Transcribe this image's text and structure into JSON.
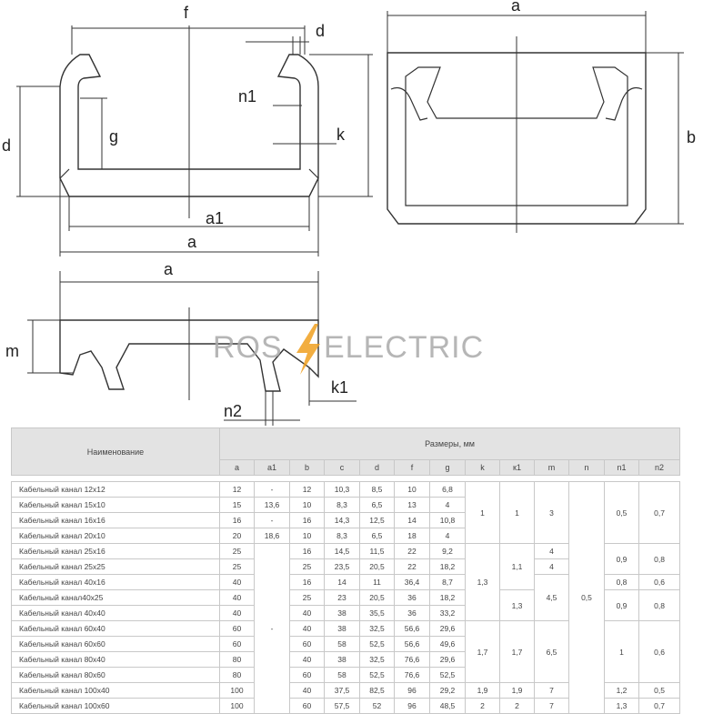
{
  "drawings": {
    "labels": {
      "f": "f",
      "d_top": "d",
      "n1": "n1",
      "g": "g",
      "k": "k",
      "d_side": "d",
      "a1": "a1",
      "a_bottom": "a",
      "a_right": "a",
      "b": "b",
      "a_cover": "a",
      "m": "m",
      "k1": "k1",
      "n2": "n2"
    },
    "watermark": {
      "left": "ROS",
      "right": "ELECTRIC",
      "bolt": "lightning-bolt"
    }
  },
  "table": {
    "name_header": "Наименование",
    "sizes_header": "Размеры, мм",
    "columns": [
      "a",
      "a1",
      "b",
      "c",
      "d",
      "f",
      "g",
      "k",
      "к1",
      "m",
      "n",
      "n1",
      "n2"
    ],
    "rows": [
      {
        "name": "Кабельный канал 12x12",
        "cells": [
          "12",
          "-",
          "12",
          "10,3",
          "8,5",
          "10",
          "6,8"
        ]
      },
      {
        "name": "Кабельный канал 15x10",
        "cells": [
          "15",
          "13,6",
          "10",
          "8,3",
          "6,5",
          "13",
          "4"
        ]
      },
      {
        "name": "Кабельный канал 16x16",
        "cells": [
          "16",
          "-",
          "16",
          "14,3",
          "12,5",
          "14",
          "10,8"
        ]
      },
      {
        "name": "Кабельный канал 20x10",
        "cells": [
          "20",
          "18,6",
          "10",
          "8,3",
          "6,5",
          "18",
          "4"
        ]
      },
      {
        "name": "Кабельный канал 25x16",
        "cells": [
          "25",
          "",
          "16",
          "14,5",
          "11,5",
          "22",
          "9,2"
        ]
      },
      {
        "name": "Кабельный канал 25x25",
        "cells": [
          "25",
          "",
          "25",
          "23,5",
          "20,5",
          "22",
          "18,2"
        ]
      },
      {
        "name": "Кабельный канал 40x16",
        "cells": [
          "40",
          "",
          "16",
          "14",
          "11",
          "36,4",
          "8,7"
        ]
      },
      {
        "name": "Кабельный канал40x25",
        "cells": [
          "40",
          "",
          "25",
          "23",
          "20,5",
          "36",
          "18,2"
        ]
      },
      {
        "name": "Кабельный канал 40x40",
        "cells": [
          "40",
          "",
          "40",
          "38",
          "35,5",
          "36",
          "33,2"
        ]
      },
      {
        "name": "Кабельный канал 60x40",
        "cells": [
          "60",
          "",
          "40",
          "38",
          "32,5",
          "56,6",
          "29,6"
        ]
      },
      {
        "name": "Кабельный канал 60x60",
        "cells": [
          "60",
          "",
          "60",
          "58",
          "52,5",
          "56,6",
          "49,6"
        ]
      },
      {
        "name": "Кабельный канал 80x40",
        "cells": [
          "80",
          "",
          "40",
          "38",
          "32,5",
          "76,6",
          "29,6"
        ]
      },
      {
        "name": "Кабельный канал 80x60",
        "cells": [
          "80",
          "",
          "60",
          "58",
          "52,5",
          "76,6",
          "52,5"
        ]
      },
      {
        "name": "Кабельный канал 100x40",
        "cells": [
          "100",
          "",
          "40",
          "37,5",
          "82,5",
          "96",
          "29,2"
        ]
      },
      {
        "name": "Кабельный канал 100x60",
        "cells": [
          "100",
          "",
          "60",
          "57,5",
          "52",
          "96",
          "48,5"
        ]
      }
    ],
    "merged": {
      "a1_dash": "-",
      "k_g1": "1",
      "k1_g1": "1",
      "m_g1": "3",
      "n1_g1": "0,5",
      "n2_g1": "0,7",
      "k_g2": "1,3",
      "k1_g2a": "1,1",
      "k1_g2b": "1,3",
      "m_r5": "4",
      "m_r6": "4",
      "m_g2": "4,5",
      "n1_g2a": "0,9",
      "n2_g2a": "0,8",
      "n1_r7": "0,8",
      "n2_r7": "0,6",
      "n1_g2b": "0,9",
      "n2_g2b": "0,8",
      "n_all": "0,5",
      "k_g3": "1,7",
      "k1_g3": "1,7",
      "m_g3": "6,5",
      "n1_g3": "1",
      "n2_g3": "0,6",
      "k_r14": "1,9",
      "k1_r14": "1,9",
      "m_r14": "7",
      "n1_r14": "1,2",
      "n2_r14": "0,5",
      "k_r15": "2",
      "k1_r15": "2",
      "m_r15": "7",
      "n1_r15": "1,3",
      "n2_r15": "0,7"
    }
  }
}
